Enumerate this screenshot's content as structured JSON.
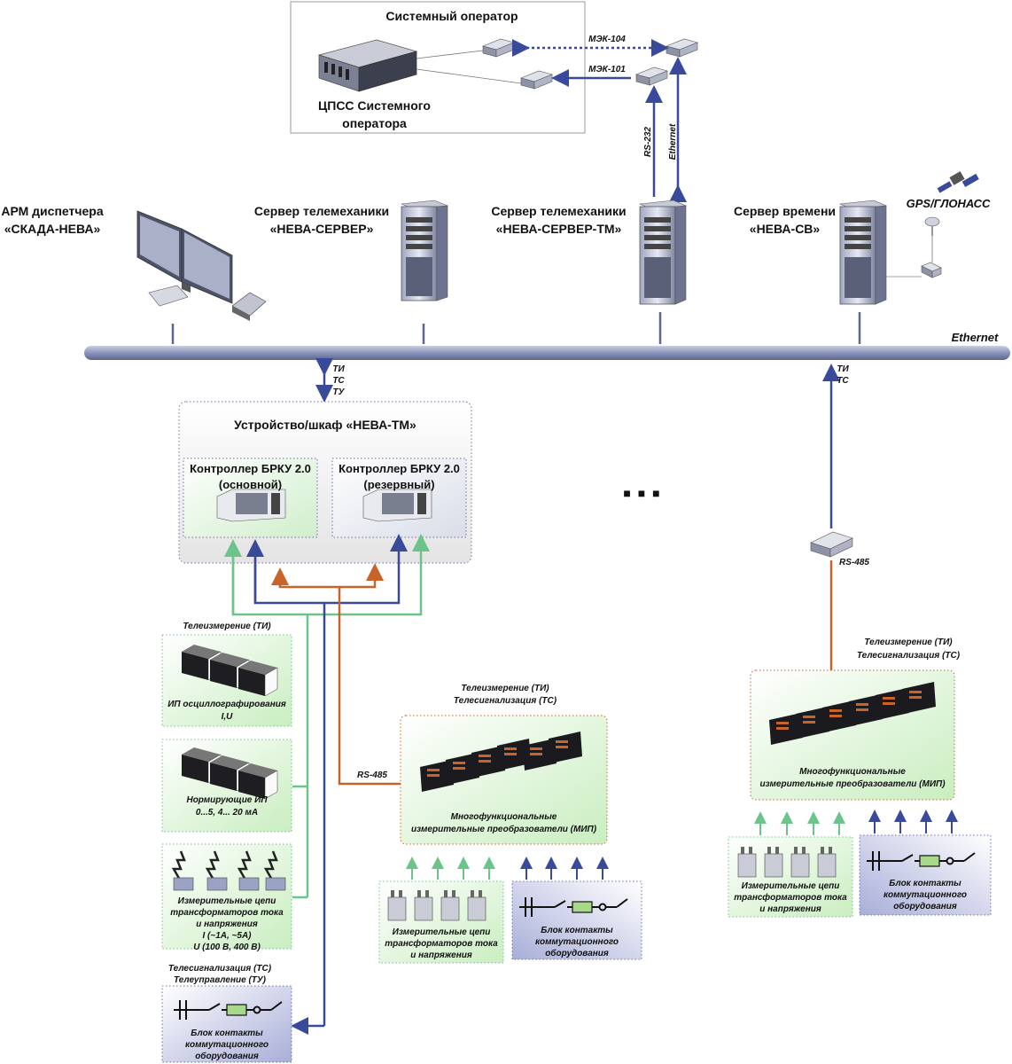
{
  "operator": {
    "title": "Системный оператор",
    "server_line1": "ЦПСС Системного",
    "server_line2": "оператора",
    "link_104": "МЭК-104",
    "link_101": "МЭК-101",
    "rs232": "RS-232",
    "ethernet_v": "Ethernet"
  },
  "top_nodes": {
    "arm_line1": "АРМ диспетчера",
    "arm_line2": "«СКАДА-НЕВА»",
    "srv1_line1": "Сервер телемеханики",
    "srv1_line2": "«НЕВА-СЕРВЕР»",
    "srv2_line1": "Сервер телемеханики",
    "srv2_line2": "«НЕВА-СЕРВЕР-ТМ»",
    "time_line1": "Сервер времени",
    "time_line2": "«НЕВА-СВ»",
    "gps": "GPS/ГЛОНАСС"
  },
  "bus": {
    "label": "Ethernet"
  },
  "left_signals": [
    "ТИ",
    "ТС",
    "ТУ"
  ],
  "right_signals": [
    "ТИ",
    "ТС"
  ],
  "cabinet": {
    "title": "Устройство/шкаф «НЕВА-ТМ»",
    "ctrl_main_line1": "Контроллер БРКУ 2.0",
    "ctrl_main_line2": "(основной)",
    "ctrl_res_line1": "Контроллер БРКУ 2.0",
    "ctrl_res_line2": "(резервный)"
  },
  "ellipsis": "■ ■ ■",
  "left_column": {
    "ti_header": "Телеизмерение (ТИ)",
    "osc_line1": "ИП осциллографирования",
    "osc_line2": "I,U",
    "norm_line1": "Нормирующие ИП",
    "norm_line2": "0...5, 4... 20 мА",
    "tt_line1": "Измерительные цепи",
    "tt_line2": "трансформаторов тока",
    "tt_line3": "и напряжения",
    "tt_line4": "I (~1А, ~5А)",
    "tt_line5": "U (100 В, 400 В)",
    "ts_header_line1": "Телесигнализация (ТС)",
    "ts_header_line2": "Телеуправление (ТУ)",
    "block_line1": "Блок контакты",
    "block_line2": "коммутационного",
    "block_line3": "оборудования"
  },
  "center_group": {
    "header_line1": "Телеизмерение (ТИ)",
    "header_line2": "Телесигнализация (ТС)",
    "rs485": "RS-485",
    "mip_line1": "Многофункциональные",
    "mip_line2": "измерительные преобразователи (МИП)",
    "circ_line1": "Измерительные цепи",
    "circ_line2": "трансформаторов тока",
    "circ_line3": "и напряжения",
    "block_line1": "Блок контакты",
    "block_line2": "коммутационного",
    "block_line3": "оборудования"
  },
  "right_group": {
    "rs485": "RS-485",
    "header_line1": "Телеизмерение (ТИ)",
    "header_line2": "Телесигнализация (ТС)",
    "mip_line1": "Многофункциональные",
    "mip_line2": "измерительные преобразователи (МИП)",
    "circ_line1": "Измерительные цепи",
    "circ_line2": "трансформаторов тока",
    "circ_line3": "и напряжения",
    "block_line1": "Блок контакты",
    "block_line2": "коммутационного",
    "block_line3": "оборудования"
  },
  "colors": {
    "blue_link": "#3a4a9a",
    "green_link": "#6cc48a",
    "orange_link": "#c8642a",
    "bus": "#8c95b8"
  }
}
